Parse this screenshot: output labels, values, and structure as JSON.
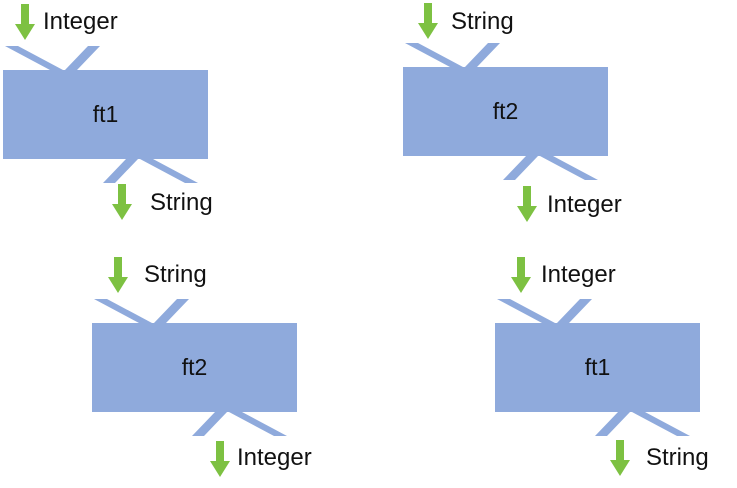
{
  "page": {
    "background": "#ffffff"
  },
  "diagram": {
    "description": "Four function-transformer blocks with typed input/output flows",
    "colors": {
      "block_fill": "#8FAADC",
      "arrow_green": "#7DC142",
      "label_text": "#111111"
    },
    "icons": {
      "flow_arrow": "down-arrow"
    },
    "blocks": [
      {
        "title": "ft1",
        "input_type": "Integer",
        "output_type": "String"
      },
      {
        "title": "ft2",
        "input_type": "String",
        "output_type": "Integer"
      },
      {
        "title": "ft2",
        "input_type": "String",
        "output_type": "Integer"
      },
      {
        "title": "ft1",
        "input_type": "Integer",
        "output_type": "String"
      }
    ]
  }
}
